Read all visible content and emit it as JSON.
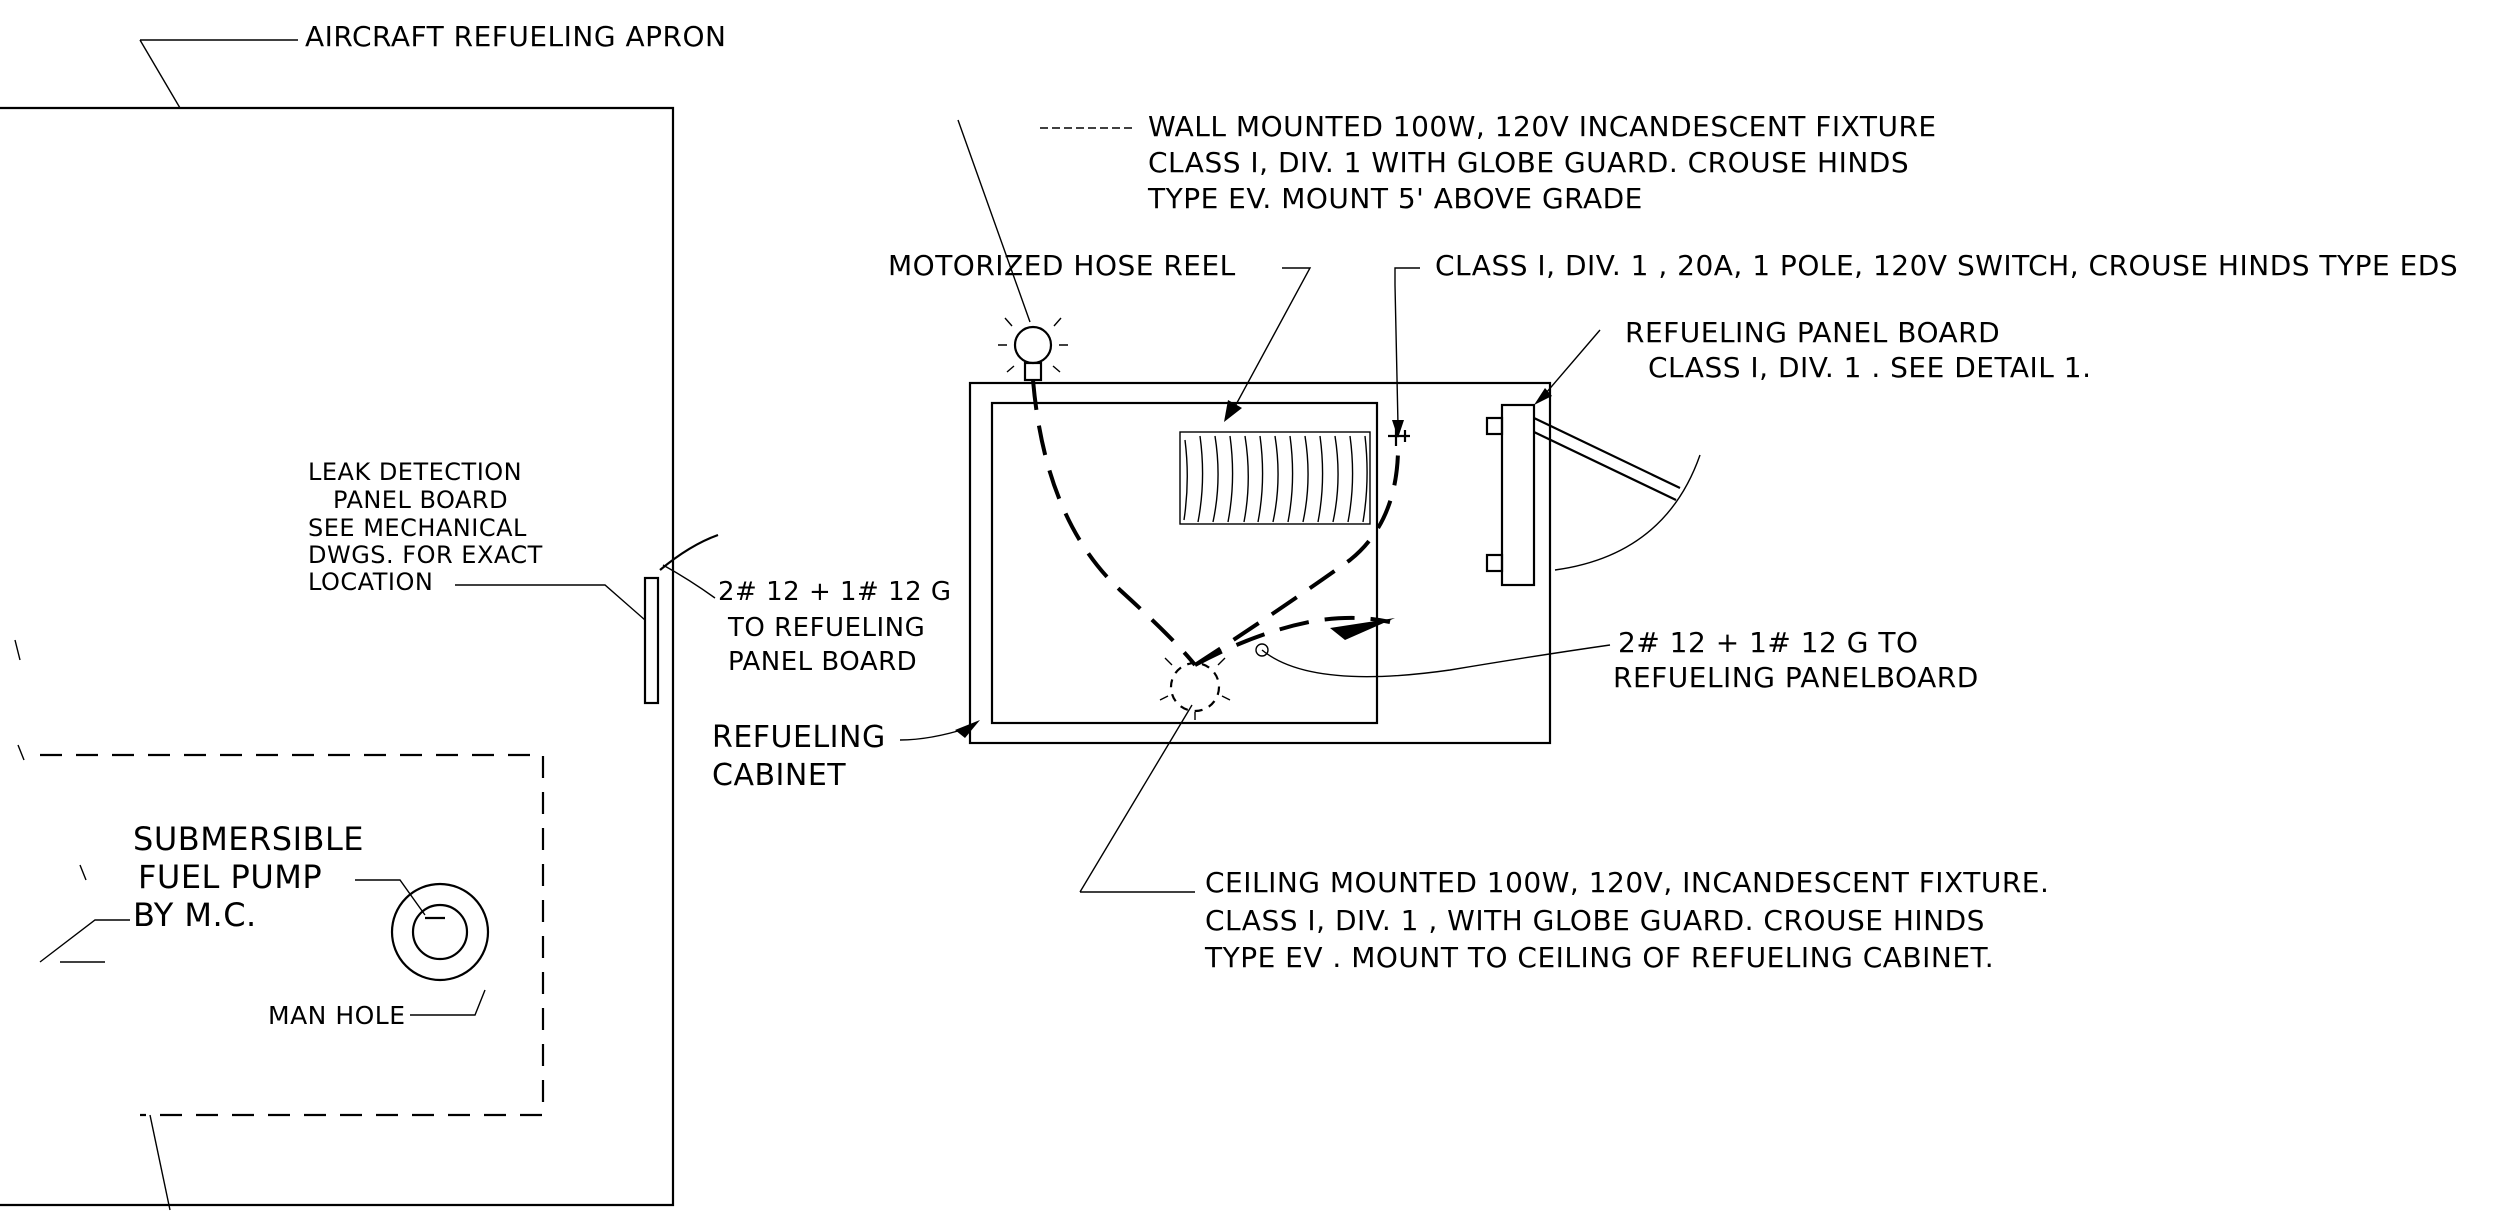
{
  "labels": {
    "apron": "AIRCRAFT  REFUELING APRON",
    "wall_fixture": [
      "WALL MOUNTED 100W, 120V INCANDESCENT FIXTURE",
      "CLASS I, DIV. 1  WITH GLOBE GUARD. CROUSE HINDS",
      "TYPE EV.  MOUNT 5' ABOVE GRADE"
    ],
    "hose_reel": "MOTORIZED  HOSE REEL",
    "switch": "CLASS I, DIV. 1 , 20A,  1 POLE,  120V SWITCH, CROUSE HINDS TYPE EDS",
    "panel_board": [
      "REFUELING PANEL BOARD",
      "CLASS I,  DIV. 1 . SEE DETAIL 1."
    ],
    "leak_detection": [
      "LEAK DETECTION",
      "PANEL BOARD",
      "SEE MECHANICAL",
      "DWGS. FOR EXACT",
      "LOCATION"
    ],
    "wire_left": [
      "2# 12 + 1# 12 G",
      "TO  REFUELING",
      "PANEL BOARD"
    ],
    "wire_right": [
      "2# 12 + 1# 12 G  TO",
      "REFUELING  PANELBOARD"
    ],
    "cabinet": [
      "REFUELING",
      "CABINET"
    ],
    "ceiling_fixture": [
      "CEILING MOUNTED 100W, 120V, INCANDESCENT  FIXTURE.",
      "CLASS I,  DIV. 1 , WITH GLOBE  GUARD.  CROUSE HINDS",
      "TYPE EV  .  MOUNT TO CEILING OF REFUELING CABINET."
    ],
    "pump": [
      "SUBMERSIBLE",
      "FUEL PUMP",
      "BY M.C."
    ],
    "manhole": "MAN HOLE"
  }
}
